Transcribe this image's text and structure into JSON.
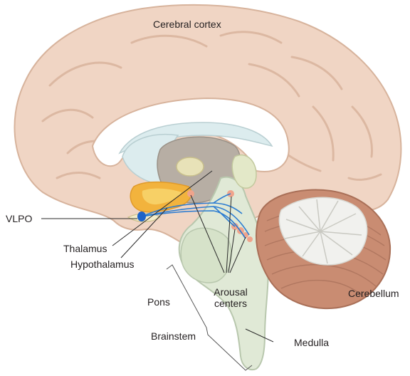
{
  "labels": {
    "cerebral_cortex": "Cerebral cortex",
    "vlpo": "VLPO",
    "thalamus": "Thalamus",
    "hypothalamus": "Hypothalamus",
    "pons": "Pons",
    "arousal_centers_line1": "Arousal",
    "arousal_centers_line2": "centers",
    "cerebellum": "Cerebellum",
    "brainstem": "Brainstem",
    "medulla": "Medulla"
  },
  "colors": {
    "cortex_fill": "#f0d5c4",
    "cortex_stroke": "#d7b39c",
    "ventricle": "#dcecee",
    "thalamus_fill": "#e2dcb4",
    "hypothalamus_fill": "#f2b33d",
    "brainstem_fill": "#e0e9d6",
    "cerebellum_fill": "#c98c72",
    "cerebellum_white_matter": "#f1f1ee",
    "pathway": "#2a7bd1",
    "vlpo_dot": "#1e63c8",
    "arousal_dot": "#f0a48c",
    "leader_line": "#2a2a2a"
  }
}
